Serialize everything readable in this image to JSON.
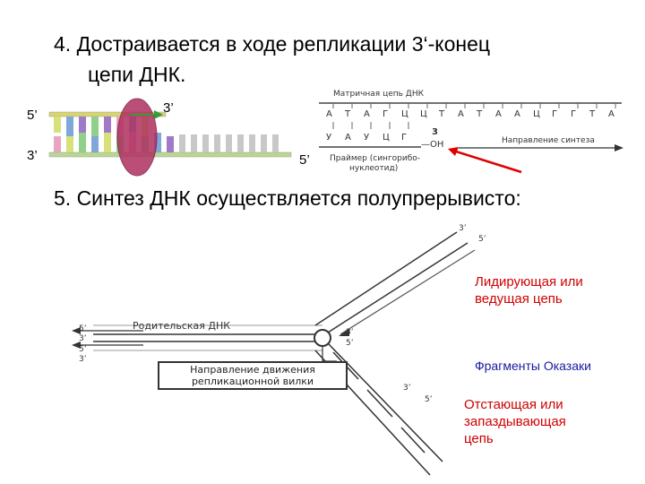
{
  "heading4": {
    "line1": "4. Достраивается в ходе репликации 3‘-конец",
    "line2": "цепи ДНК."
  },
  "left_diagram": {
    "top_5": "5’",
    "bottom_3": "3’",
    "arrow_3": "3’",
    "bottom_5": "5’",
    "colors": [
      "#d8e07a",
      "#7fa7d8",
      "#a07ac8",
      "#8fd08a",
      "#e8a5c0",
      "#c8c8c8"
    ],
    "enzyme_color": "#b03060"
  },
  "right_diagram": {
    "template_label": "Матричная цепь ДНК",
    "top_bases": [
      "А",
      "Т",
      "А",
      "Г",
      "Ц",
      "Ц",
      "Т",
      "А",
      "Т",
      "А",
      "А",
      "Ц",
      "Г",
      "Г",
      "Т",
      "А"
    ],
    "bottom_bases": [
      "У",
      "А",
      "У",
      "Ц",
      "Г"
    ],
    "end_3": "3",
    "oh": "—ОН",
    "direction_label": "Направление синтеза",
    "primer_label_1": "Праймер (сингорибо-",
    "primer_label_2": "нуклеотид)"
  },
  "heading5": "5. Синтез ДНК осуществляется полупрерывисто:",
  "fork": {
    "parent_dna": "Родительская ДНК",
    "direction_box_1": "Направление движения",
    "direction_box_2": "репликационной вилки",
    "leading_1": "Лидирующая или",
    "leading_2": "ведущая цепь",
    "okazaki": "Фрагменты Оказаки",
    "lagging_1": "Отстающая или",
    "lagging_2": "запаздывающая",
    "lagging_3": "цепь",
    "lbl_3_top": "3’",
    "lbl_5_top": "5’",
    "lbl_5_left": "5’",
    "lbl_3_left1": "3’",
    "lbl_5_left2": "5’",
    "lbl_3_left2": "3’",
    "lbl_3_fork": "3’",
    "lbl_5_fork": "5’",
    "lbl_3_low": "3’",
    "lbl_5_low": "5’"
  }
}
